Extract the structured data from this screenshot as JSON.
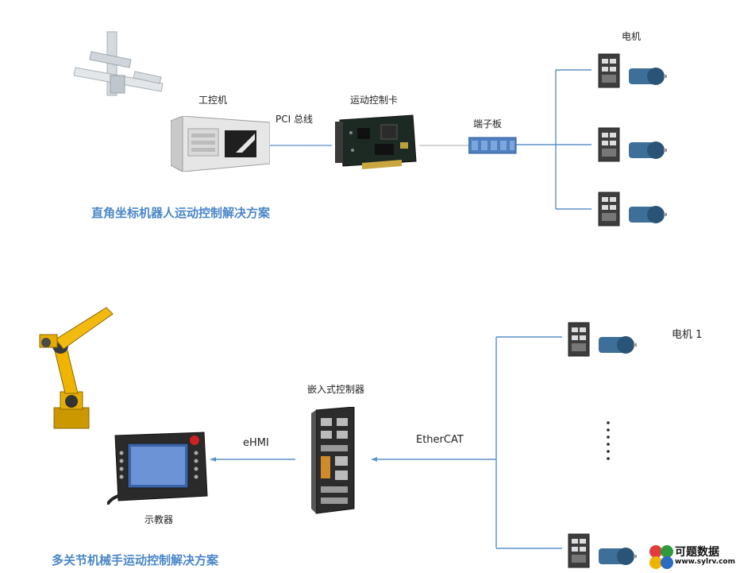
{
  "top": {
    "title": "直角坐标机器人运动控制解决方案",
    "ipc_label": "工控机",
    "bus_label": "PCI 总线",
    "card_label": "运动控制卡",
    "terminal_label": "端子板",
    "motor_label": "电机"
  },
  "bottom": {
    "title": "多关节机械手运动控制解决方案",
    "controller_label": "嵌入式控制器",
    "ehmi_label": "eHMI",
    "ethercat_label": "EtherCAT",
    "pendant_label": "示教器",
    "motor_label": "电机 1"
  },
  "watermark": {
    "name": "可题数据",
    "url": "www.sylrv.com"
  },
  "colors": {
    "title_blue": "#4a86c8",
    "wire_blue": "#5b8fc7",
    "robot_yellow": "#f0b400",
    "motor_blue": "#3d6f99"
  }
}
